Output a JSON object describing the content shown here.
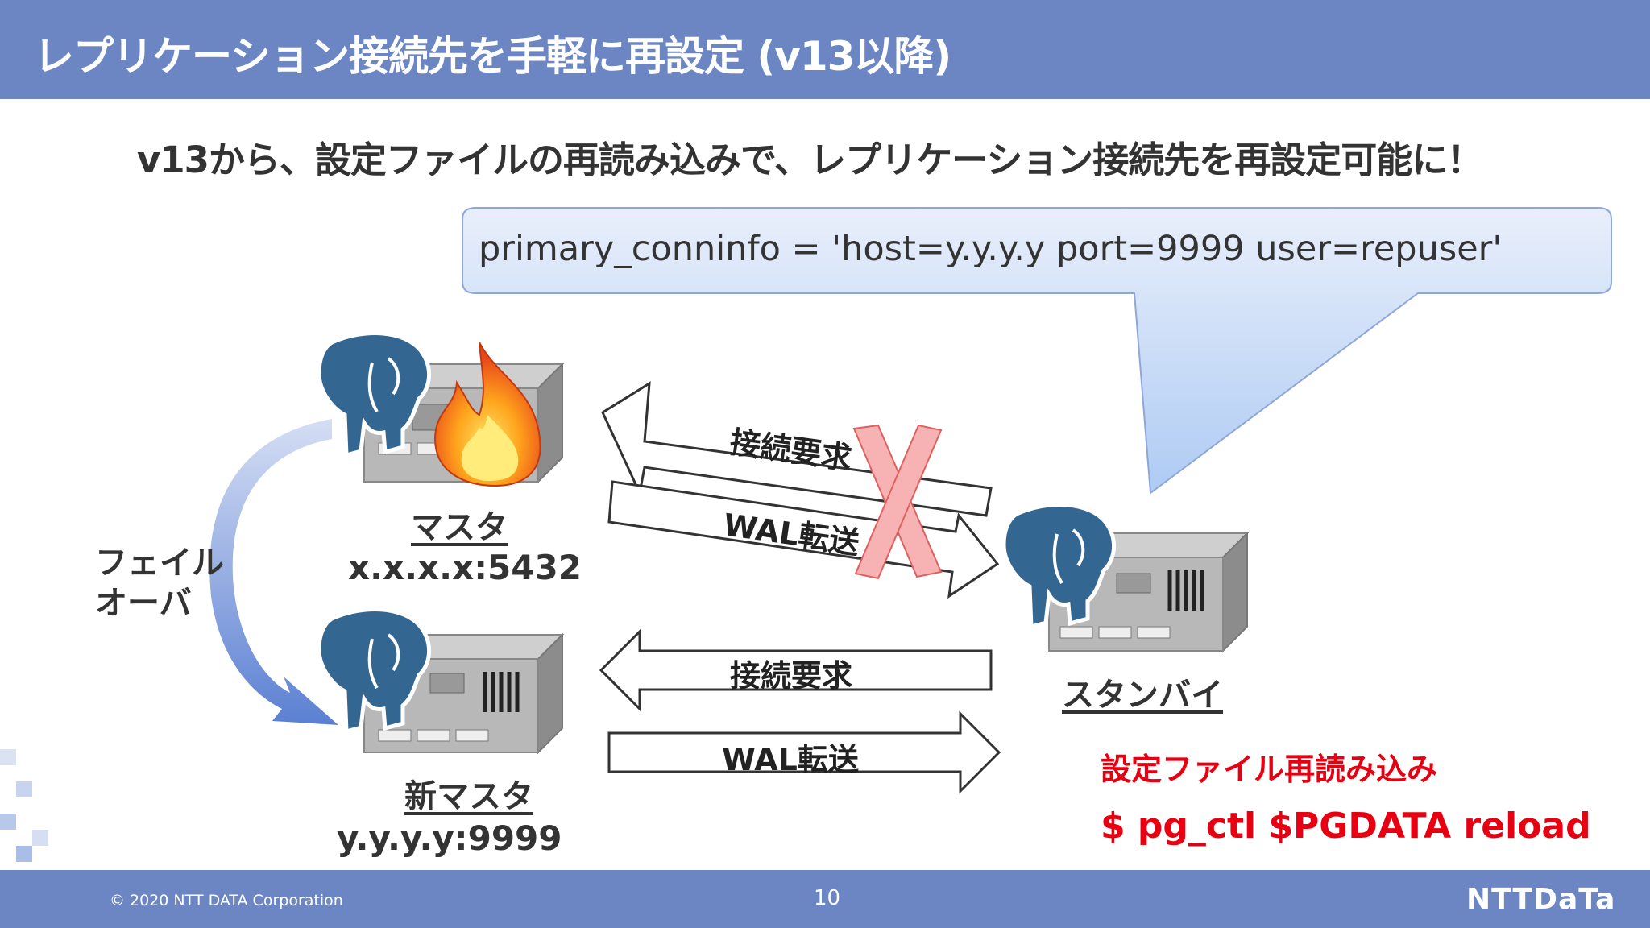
{
  "slide": {
    "title": "レプリケーション接続先を手軽に再設定 (v13以降)",
    "subtitle": "v13から、設定ファイルの再読み込みで、レプリケーション接続先を再設定可能に！",
    "callout": "primary_conninfo = 'host=y.y.y.y port=9999 user=repuser'",
    "failover_line1": "フェイル",
    "failover_line2": "オーバ",
    "master_label": "マスタ",
    "master_addr": "x.x.x.x:5432",
    "new_master_label": "新マスタ",
    "new_master_addr": "y.y.y.y:9999",
    "standby_label": "スタンバイ",
    "arrow_conn_top": "接続要求",
    "arrow_wal_top": "WAL転送",
    "arrow_conn_bottom": "接続要求",
    "arrow_wal_bottom": "WAL転送",
    "reload_label": "設定ファイル再読み込み",
    "reload_cmd": "$ pg_ctl $PGDATA reload"
  },
  "footer": {
    "copyright": "© 2020 NTT DATA Corporation",
    "page": "10",
    "logo": "NTTDaTa"
  },
  "colors": {
    "header": "#6b86c2",
    "accent_red": "#e60012",
    "callout_fill": "#dfe8fb",
    "failover_arrow": "#6f90d6"
  }
}
